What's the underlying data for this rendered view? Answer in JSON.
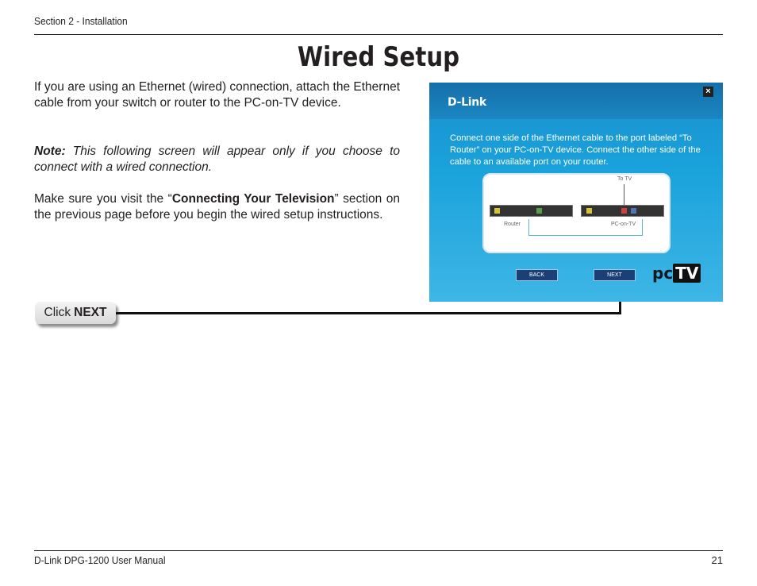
{
  "header": {
    "section": "Section 2 - Installation"
  },
  "title": "Wired Setup",
  "body": {
    "p1": "If you are using an Ethernet (wired) connection, attach the Ethernet cable from your switch or router to the PC-on-TV device.",
    "note_label": "Note:",
    "note_text": " This following screen will appear only if you choose to connect with a wired connection.",
    "p3_pre": "Make sure you visit the “",
    "p3_bold": "Connecting Your Television",
    "p3_post": "” section on the previous page before you begin the wired setup instructions."
  },
  "callout": {
    "prefix": "Click",
    "action": "NEXT"
  },
  "dialog": {
    "brand": "D-Link",
    "close": "×",
    "instructions": "Connect one side of the Ethernet cable to the port labeled “To Router” on your PC-on-TV device.  Connect the other side of the cable to an available port on your router.",
    "to_tv_label": "To TV",
    "router_label": "Router",
    "pctv_label": "PC-on-TV",
    "back_button": "BACK",
    "next_button": "NEXT",
    "product_logo_pc": "pc",
    "product_logo_tv": "TV"
  },
  "footer": {
    "manual": "D-Link DPG-1200 User Manual",
    "page": "21"
  }
}
